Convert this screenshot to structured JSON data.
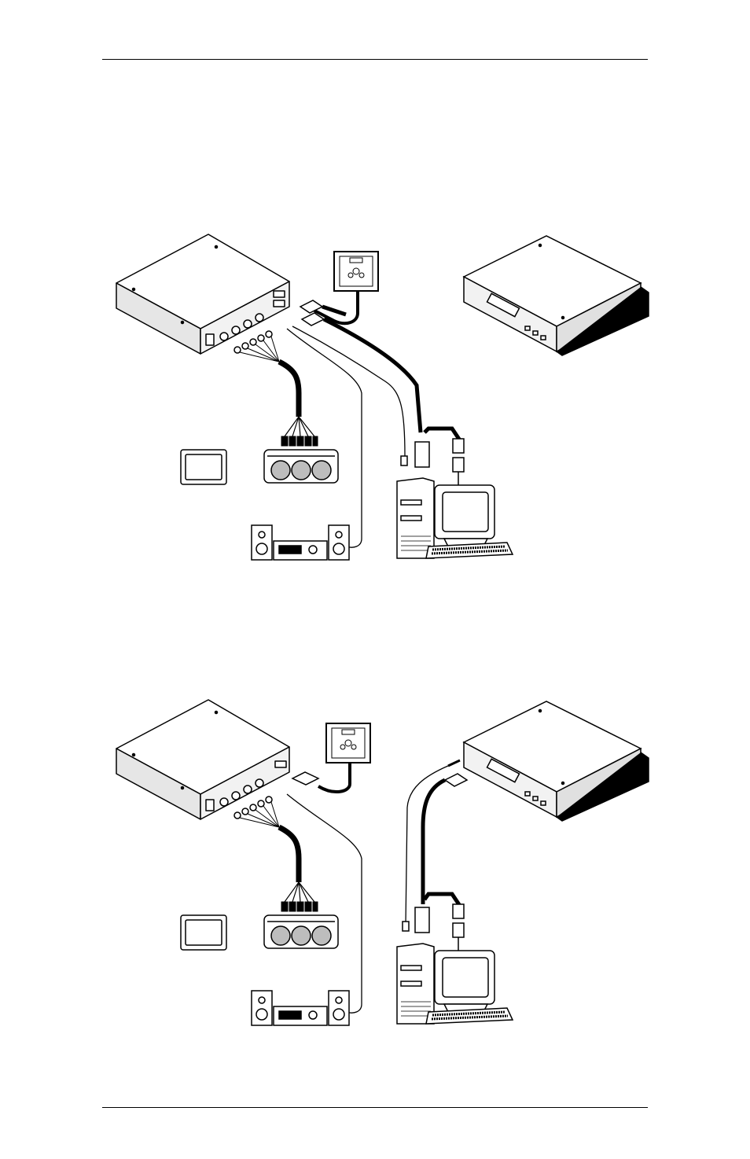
{
  "page": {
    "header_rule": true,
    "footer_rule": true
  },
  "figures": [
    {
      "id": "setup-a",
      "description_source": "none printed",
      "devices": [
        "switcher-rear-panel",
        "wall-plate",
        "scan-converter",
        "projector",
        "monitor",
        "stereo-system",
        "computer",
        "crt-monitor",
        "keyboard"
      ]
    },
    {
      "id": "setup-b",
      "devices": [
        "switcher-rear-panel",
        "wall-plate",
        "scan-converter",
        "projector",
        "monitor",
        "stereo-system",
        "computer",
        "crt-monitor",
        "keyboard"
      ]
    }
  ],
  "colors": {
    "ink": "#000000",
    "paper": "#ffffff",
    "shade": "#d8d8d8",
    "dark_shade": "#9a9a9a"
  }
}
